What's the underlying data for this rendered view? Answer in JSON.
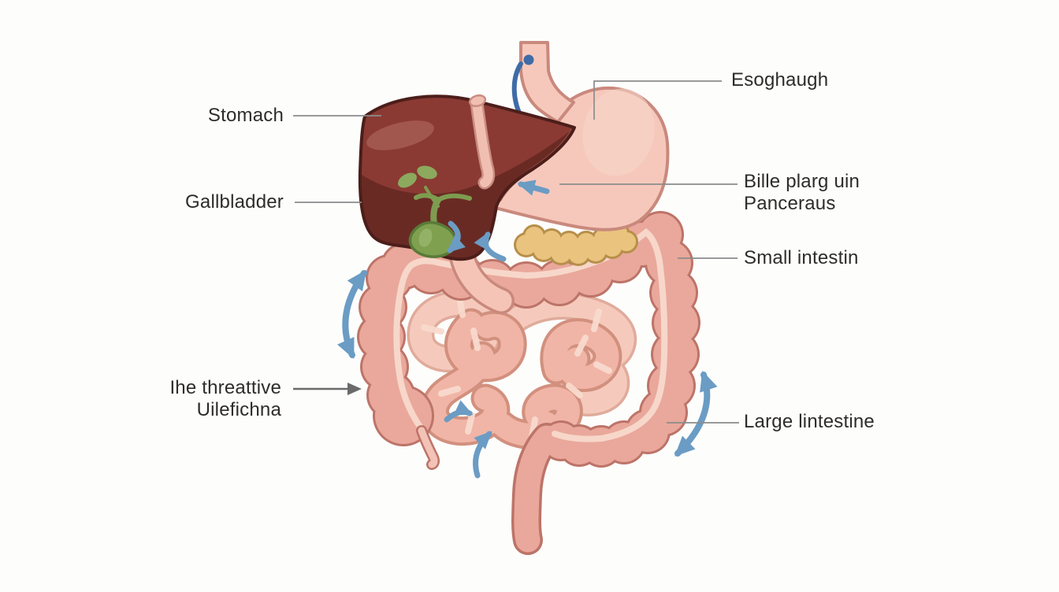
{
  "diagram": {
    "type": "medical-illustration",
    "subject": "human digestive system",
    "labels": {
      "stomach": "Stomach",
      "gallbladder": "Gallbladder",
      "esophagus": "Esoghaugh",
      "bile_pancreas_line1": "Bille plarg uin",
      "bile_pancreas_line2": "Panceraus",
      "small_intestine": "Small intestin",
      "digestive_tract_line1": "Ihe threattive",
      "digestive_tract_line2": "Uilefichna",
      "large_intestine": "Large lintestine"
    },
    "palette": {
      "background": "#fdfdfc",
      "label_text": "#2d2c2a",
      "connector_line": "#8c8c8c",
      "connector_arrow": "#6a6a6a",
      "flow_arrow_blue": "#6b9cc4",
      "esophagus_arrow_blue": "#3f6ca7",
      "liver_main": "#8a3a33",
      "liver_shadow": "#6a2a24",
      "stomach_fill": "#f6c8bb",
      "organ_outline_pink": "#c9897d",
      "pancreas_fill": "#eac47e",
      "pancreas_outline": "#b78f4a",
      "gallbladder_fill": "#7fa04f",
      "gallbladder_outline": "#5a7a38",
      "colon_fill": "#e9a89b",
      "colon_outline": "#bd7468",
      "colon_stripe": "#f7d7ca",
      "small_intestine_fill": "#f0b5a6"
    }
  }
}
